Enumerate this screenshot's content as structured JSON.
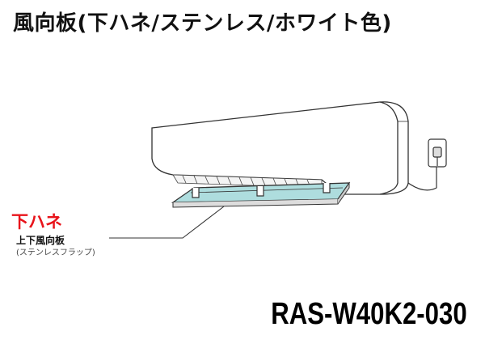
{
  "title": "風向板(下ハネ/ステンレス/ホワイト色)",
  "callout": {
    "label": "下ハネ",
    "part_name": "上下風向板",
    "part_sub": "(ステンレスフラップ)"
  },
  "model_number": "RAS-W40K2-030",
  "colors": {
    "highlight_flap": "#aeddde",
    "label_red": "#e8141b",
    "outline": "#333333"
  }
}
